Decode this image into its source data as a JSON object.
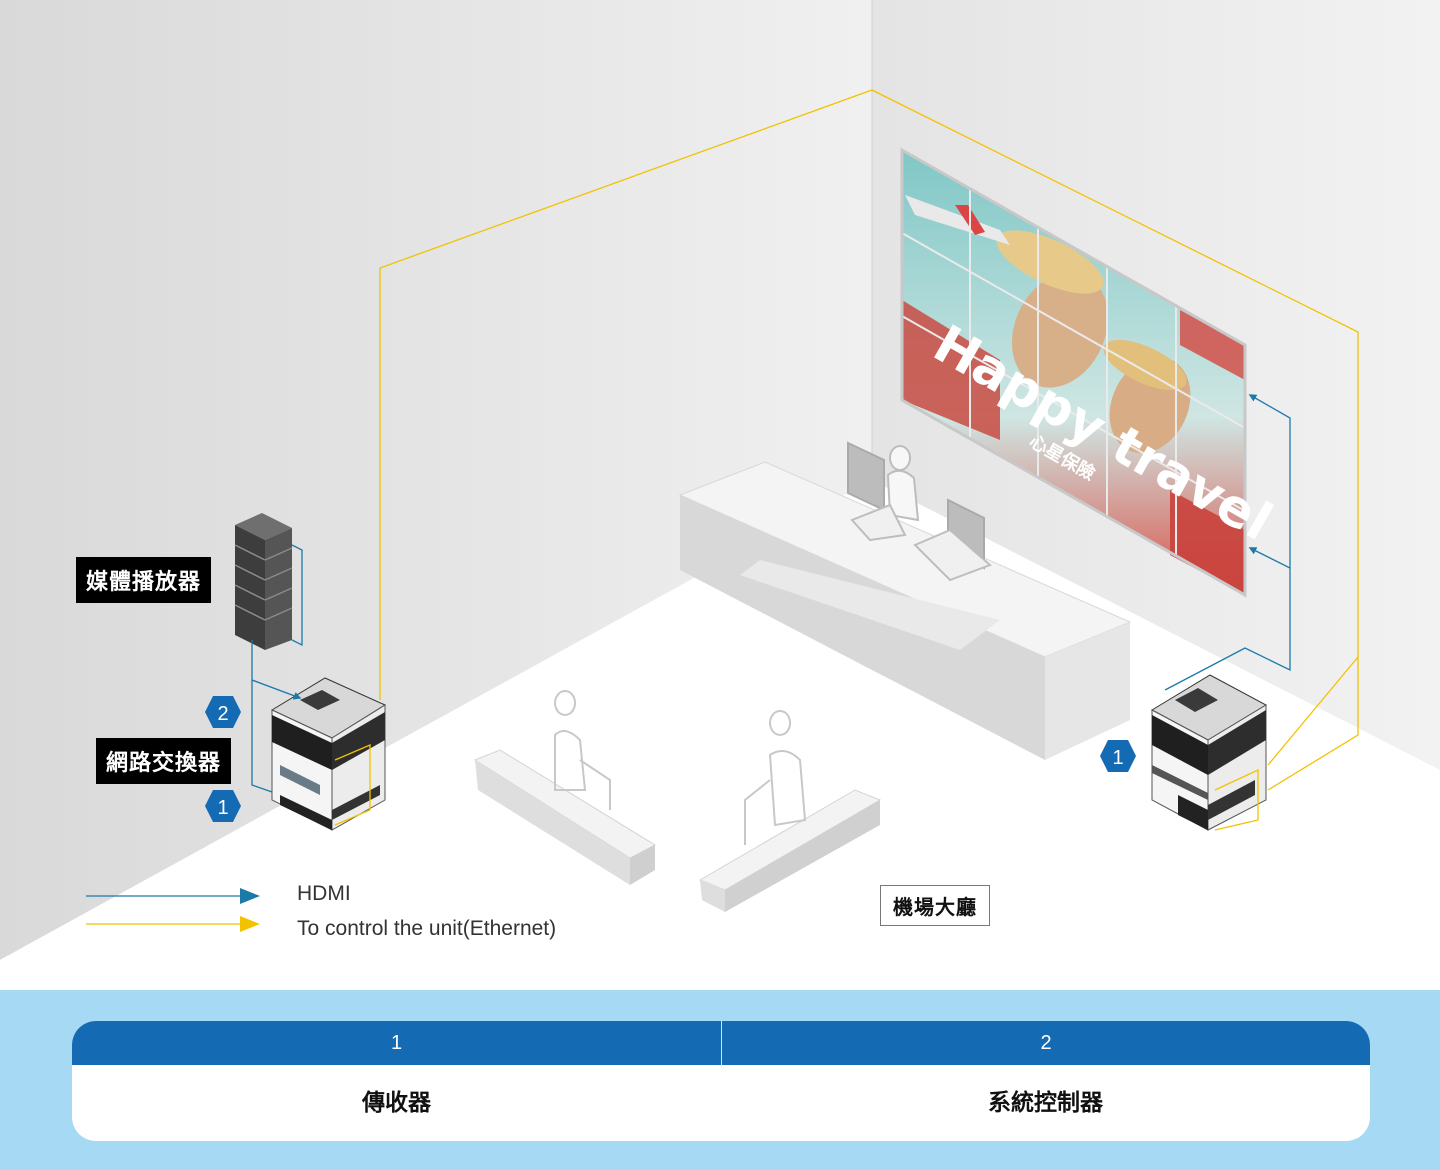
{
  "scene": {
    "media_player_label": "媒體播放器",
    "network_switch_label": "網路交換器",
    "location_label": "機場大廳",
    "screen_headline": "Happy travel",
    "screen_subtitle": "心星保險",
    "badges": {
      "controller_left": "2",
      "receiver_left": "1",
      "receiver_right": "1"
    }
  },
  "legend": {
    "items": [
      {
        "label": "HDMI",
        "color": "#1b7aa8"
      },
      {
        "label": "To control the unit(Ethernet)",
        "color": "#f2c200"
      }
    ]
  },
  "table": {
    "headers": [
      "1",
      "2"
    ],
    "rows": [
      [
        "傳收器",
        "系統控制器"
      ]
    ]
  },
  "colors": {
    "badge_blue": "#146bb3",
    "band_blue": "#a6d9f4",
    "hdmi_line": "#1b7aa8",
    "ethernet_line": "#f2c200"
  }
}
